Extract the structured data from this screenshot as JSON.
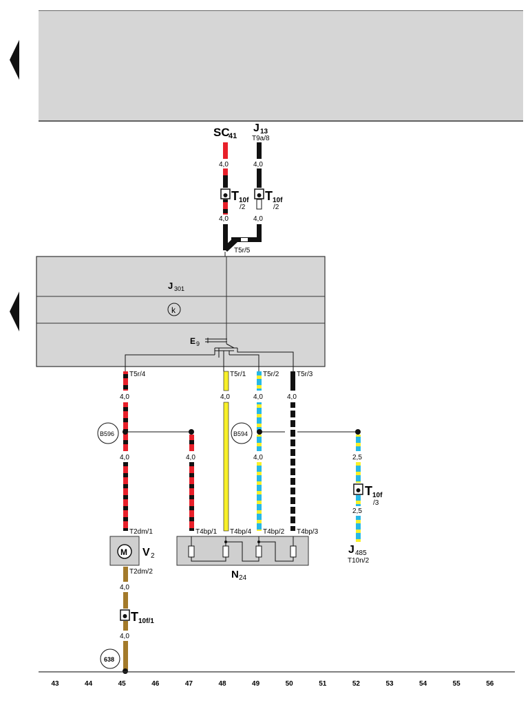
{
  "colors": {
    "red": "#e8202a",
    "black": "#111111",
    "yellow": "#f7ef2a",
    "blue": "#27b8e6",
    "brown": "#a37a2a",
    "white": "#ffffff",
    "panel_gray": "#d6d6d6",
    "component_gray": "#cfcfcf"
  },
  "labels": {
    "sc41_main": "SC",
    "sc41_sub": "41",
    "j13_main": "J",
    "j13_sub": "13",
    "j13_pin": "T9a/8",
    "t10f_main": "T",
    "t10f_sub": "10f",
    "t10f_pin2": "/2",
    "t10f_pin3": "/3",
    "t10f1_sub": "10f/1",
    "t5r5": "T5r/5",
    "j301_main": "J",
    "j301_sub": "301",
    "e9_main": "E",
    "e9_sub": "9",
    "t5r4": "T5r/4",
    "t5r1": "T5r/1",
    "t5r2": "T5r/2",
    "t5r3": "T5r/3",
    "b596": "B596",
    "b594": "B594",
    "t2dm1": "T2dm/1",
    "t2dm2": "T2dm/2",
    "v2_main": "V",
    "v2_sub": "2",
    "motor_symbol": "M",
    "n24_main": "N",
    "n24_sub": "24",
    "t4bp1": "T4bp/1",
    "t4bp4": "T4bp/4",
    "t4bp2": "T4bp/2",
    "t4bp3": "T4bp/3",
    "j485_main": "J",
    "j485_sub": "485",
    "j485_pin": "T10n/2",
    "gnd638": "638",
    "size_40": "4,0",
    "size_25": "2,5",
    "clamp_k": "k"
  },
  "scale_numbers": [
    "43",
    "44",
    "45",
    "46",
    "47",
    "48",
    "49",
    "50",
    "51",
    "52",
    "53",
    "54",
    "55",
    "56"
  ]
}
